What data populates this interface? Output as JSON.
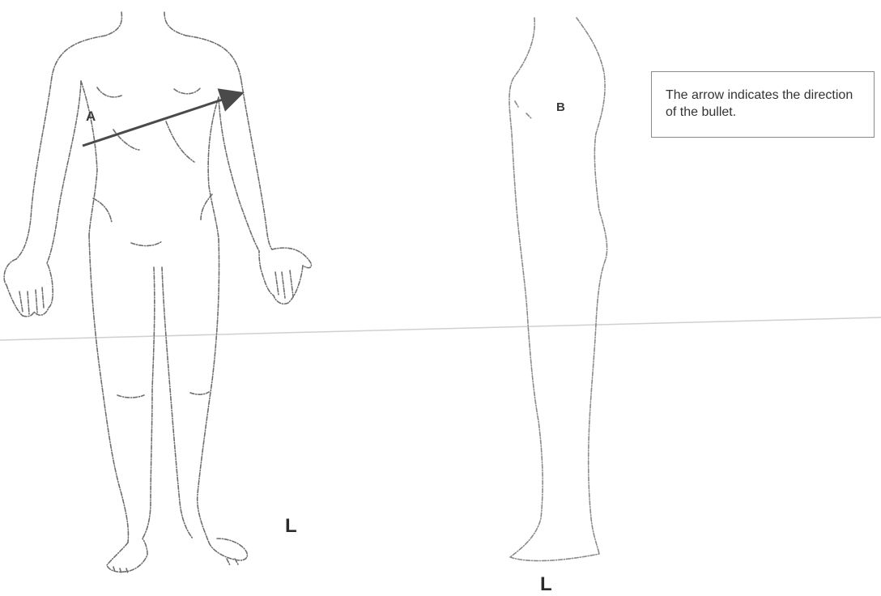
{
  "labels": {
    "front_entry": "A",
    "side_exit": "B",
    "front_left_marker": "L",
    "side_left_marker": "L"
  },
  "note": {
    "text": "The arrow indicates the direction of the bullet."
  },
  "colors": {
    "arrow": "#4a4a4a",
    "outline": "#6e6e6e",
    "separator": "#d0d0d0"
  }
}
